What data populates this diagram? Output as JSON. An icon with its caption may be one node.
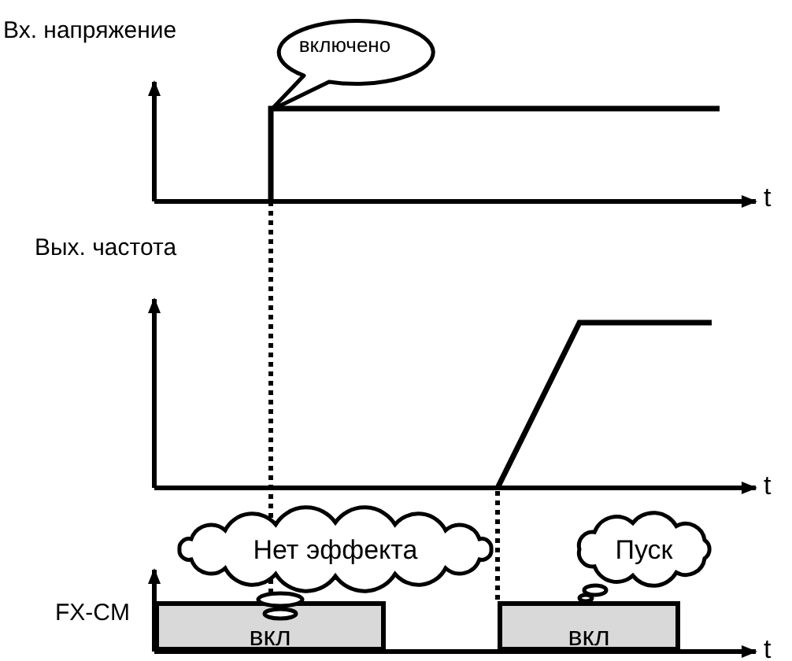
{
  "diagram": {
    "nodes": [
      {
        "text": [
          "включено"
        ]
      },
      {
        "text": [
          "Нет эффекта"
        ]
      },
      {
        "text": [
          "Пуск"
        ]
      },
      {
        "text": [
          "вкл"
        ]
      },
      {
        "text": [
          "вкл"
        ]
      }
    ],
    "labels": [
      "Вх. напряжение",
      "t",
      "Вых. частота",
      "t",
      "FX-CM",
      "t"
    ]
  }
}
